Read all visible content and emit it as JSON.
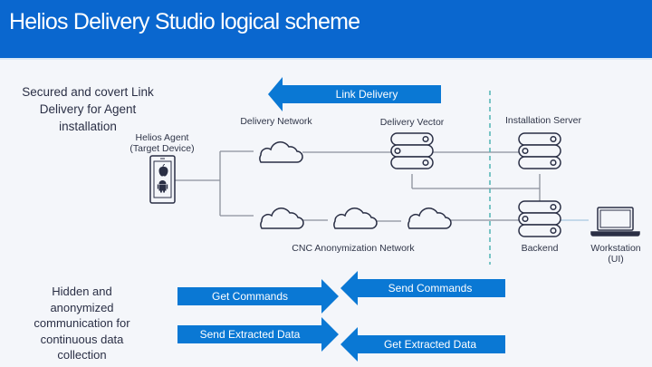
{
  "header": {
    "title": "Helios Delivery Studio logical scheme"
  },
  "sections": {
    "top_caption": "Secured and covert Link Delivery for Agent installation",
    "bottom_caption": "Hidden and anonymized communication for continuous data collection"
  },
  "nodes": {
    "agent": {
      "label_line1": "Helios Agent",
      "label_line2": "(Target Device)",
      "icons": [
        "apple-icon",
        "android-icon"
      ]
    },
    "delivery_network": {
      "label": "Delivery Network"
    },
    "delivery_vector": {
      "label": "Delivery Vector"
    },
    "installation_server": {
      "label": "Installation Server"
    },
    "backend": {
      "label": "Backend"
    },
    "workstation": {
      "label_line1": "Workstation",
      "label_line2": "(UI)"
    },
    "cnc_network": {
      "label": "CNC Anonymization Network"
    }
  },
  "arrows": {
    "link_delivery": "Link Delivery",
    "get_commands": "Get Commands",
    "send_commands": "Send Commands",
    "send_extracted": "Send Extracted Data",
    "get_extracted": "Get Extracted Data"
  },
  "colors": {
    "accent": "#0a67cf",
    "arrow": "#0a78d4",
    "background": "#f4f6fa",
    "divider": "#4fb3b3"
  }
}
